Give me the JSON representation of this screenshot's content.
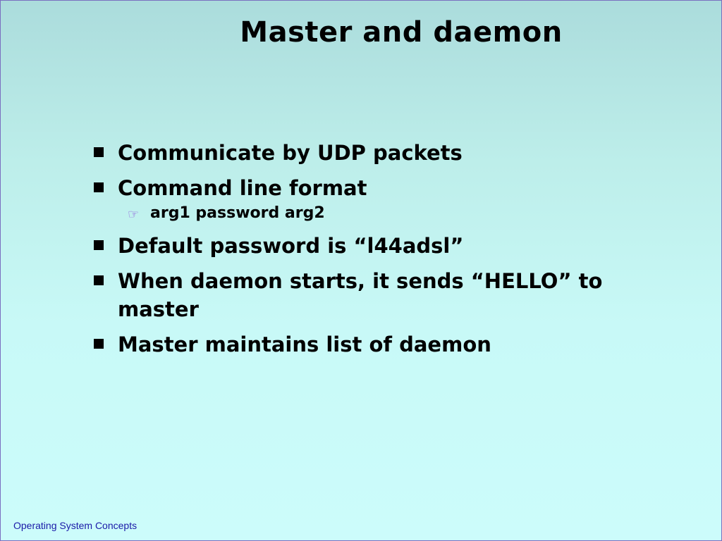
{
  "slide": {
    "title": "Master and daemon",
    "bullets": [
      "Communicate by UDP packets",
      "Command line format",
      "Default password is “l44adsl”",
      "When daemon starts, it sends “HELLO” to master",
      "Master maintains list of daemon"
    ],
    "subbullets": [
      "arg1 password arg2"
    ],
    "sub_icon": "☞",
    "footer": "Operating System Concepts"
  }
}
